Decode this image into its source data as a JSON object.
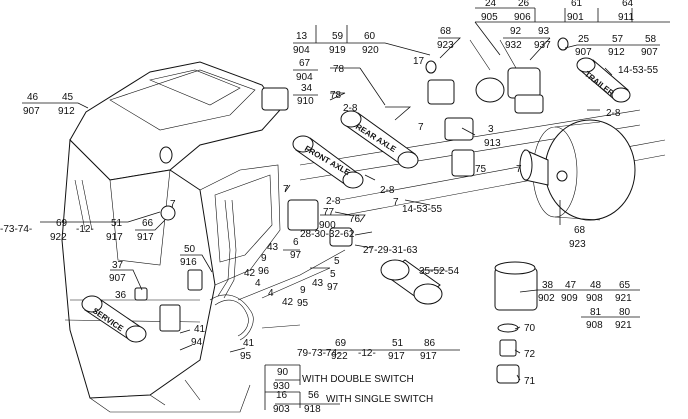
{
  "callouts": {
    "c_13": "13",
    "c_904a": "904",
    "c_59": "59",
    "c_919a": "919",
    "c_60": "60",
    "c_920a": "920",
    "c_67": "67",
    "c_904b": "904",
    "c_78": "78",
    "c_34": "34",
    "c_910": "910",
    "c_78b": "78",
    "c_46": "46",
    "c_907a": "907",
    "c_45": "45",
    "c_912a": "912",
    "c_68a": "68",
    "c_923a": "923",
    "c_17": "17",
    "c_24": "24",
    "c_905": "905",
    "c_26": "26",
    "c_906": "906",
    "c_61": "61",
    "c_901": "901",
    "c_64": "64",
    "c_911": "911",
    "c_92": "92",
    "c_932": "932",
    "c_93": "93",
    "c_937": "937",
    "c_25": "25",
    "c_907b": "907",
    "c_57": "57",
    "c_912b": "912",
    "c_58": "58",
    "c_907c": "907",
    "c_14_53_55a": "14-53-55",
    "c_2_8a": "2-8",
    "c_2_8b": "2-8",
    "c_2_8c": "2-8",
    "c_2_8d": "2-8",
    "c_3": "3",
    "c_913": "913",
    "c_7a": "7",
    "c_7b": "7",
    "c_7c": "7",
    "c_7d": "7",
    "c_7e": "7",
    "c_75": "75",
    "c_14_53_55b": "14-53-55",
    "c_77": "77",
    "c_900": "900",
    "c_76": "76",
    "c_68b": "68",
    "c_923b": "923",
    "c_73_74": "-73-74-",
    "c_69a": "69",
    "c_922a": "922",
    "c_12a": "-12-",
    "c_51a": "51",
    "c_917a": "917",
    "c_66a": "66",
    "c_917b": "917",
    "c_28": "28-30-32-62",
    "c_27": "27-29-31-63",
    "c_43a": "43",
    "c_6a": "6",
    "c_97a": "97",
    "c_50": "50",
    "c_916": "916",
    "c_9a": "9",
    "c_96": "96",
    "c_42a": "42",
    "c_4a": "4",
    "c_5a": "5",
    "c_35": "35-52-54",
    "c_37": "37",
    "c_907d": "907",
    "c_43b": "43",
    "c_5b": "5",
    "c_97b": "97",
    "c_4b": "4",
    "c_42b": "42",
    "c_9b": "9",
    "c_95": "95",
    "c_36": "36",
    "c_41a": "41",
    "c_94": "94",
    "c_41b": "41",
    "c_95b": "95",
    "c_79": "79-73-74-",
    "c_69b": "69",
    "c_922b": "922",
    "c_12b": "-12-",
    "c_51b": "51",
    "c_917c": "917",
    "c_86": "86",
    "c_917d": "917",
    "c_38": "38",
    "c_902": "902",
    "c_47": "47",
    "c_909": "909",
    "c_48": "48",
    "c_908a": "908",
    "c_65": "65",
    "c_921a": "921",
    "c_81": "81",
    "c_908b": "908",
    "c_80": "80",
    "c_921b": "921",
    "c_70": "70",
    "c_72": "72",
    "c_71": "71",
    "c_90": "90",
    "c_930": "930",
    "c_16": "16",
    "c_903": "903",
    "c_56": "56",
    "c_918": "918"
  },
  "notes": {
    "double_switch": "WITH DOUBLE SWITCH",
    "single_switch": "WITH SINGLE SWITCH"
  },
  "tank_labels": {
    "front_axle": "FRONT AXLE",
    "rear_axle": "REAR AXLE",
    "trailer": "TRAILER",
    "service": "SERVICE"
  }
}
